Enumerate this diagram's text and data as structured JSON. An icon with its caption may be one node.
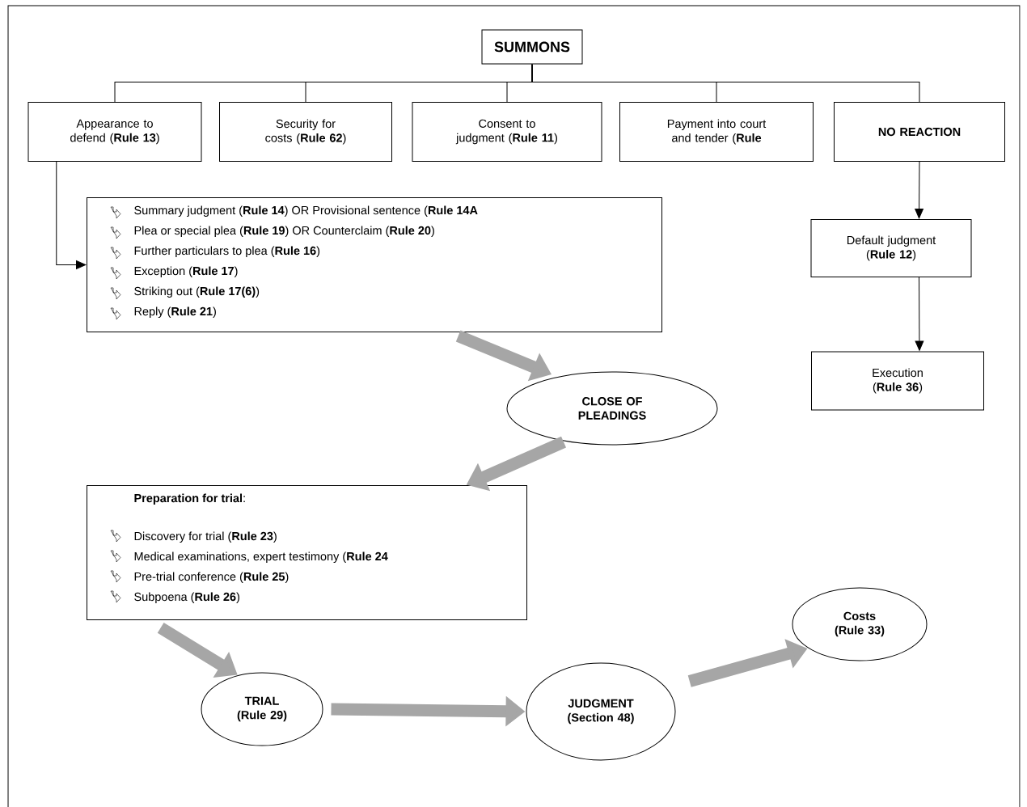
{
  "diagram": {
    "nodes": [
      {
        "text": [
          "SUMMONS"
        ]
      },
      {
        "text": [
          "Appearance to defend (**Rule 13**)"
        ]
      },
      {
        "text": [
          "Security for costs (**Rule 62**)"
        ]
      },
      {
        "text": [
          "Consent to judgment (**Rule 11**)"
        ]
      },
      {
        "text": [
          "Payment into court and tender (**Rule**"
        ]
      },
      {
        "text": [
          "NO REACTION"
        ]
      },
      {
        "text": [
          "Summary judgment (**Rule 14**) OR Provisional sentence (**Rule 14A**",
          "Plea or special plea (**Rule 19**) OR Counterclaim (**Rule 20**)",
          "Further particulars to plea (**Rule 16**)",
          "Exception (**Rule 17**)",
          "Striking out (**Rule 17(6)**)",
          "Reply (**Rule 21**)"
        ]
      },
      {
        "text": [
          "Default judgment (**Rule 12**)"
        ]
      },
      {
        "text": [
          "Execution (**Rule 36**)"
        ]
      },
      {
        "text": [
          "CLOSE OF PLEADINGS"
        ]
      },
      {
        "text": [
          "**Preparation for trial**:",
          "Discovery for trial (**Rule 23**)",
          "Medical examinations, expert testimony (**Rule 24**",
          "Pre-trial conference (**Rule 25**)",
          "Subpoena (**Rule 26**)"
        ]
      },
      {
        "text": [
          "TRIAL (Rule 29)"
        ]
      },
      {
        "text": [
          "JUDGMENT (Section 48)"
        ]
      },
      {
        "text": [
          "Costs (Rule 33)"
        ]
      }
    ],
    "edges": [
      {
        "from": 0,
        "to": 1,
        "arrow": "none"
      },
      {
        "from": 0,
        "to": 2,
        "arrow": "none"
      },
      {
        "from": 0,
        "to": 3,
        "arrow": "none"
      },
      {
        "from": 0,
        "to": 4,
        "arrow": "none"
      },
      {
        "from": 0,
        "to": 5,
        "arrow": "none"
      },
      {
        "from": 1,
        "to": 6,
        "arrow": "to"
      },
      {
        "from": 5,
        "to": 7,
        "arrow": "to"
      },
      {
        "from": 7,
        "to": 8,
        "arrow": "to"
      },
      {
        "from": 6,
        "to": 9,
        "arrow": "to",
        "style": "thick",
        "color": "#a6a6a6"
      },
      {
        "from": 9,
        "to": 10,
        "arrow": "to",
        "style": "thick",
        "color": "#a6a6a6"
      },
      {
        "from": 10,
        "to": 11,
        "arrow": "to",
        "style": "thick",
        "color": "#a6a6a6"
      },
      {
        "from": 11,
        "to": 12,
        "arrow": "to",
        "style": "thick",
        "color": "#a6a6a6"
      },
      {
        "from": 12,
        "to": 13,
        "arrow": "to",
        "style": "thick",
        "color": "#a6a6a6"
      }
    ]
  }
}
